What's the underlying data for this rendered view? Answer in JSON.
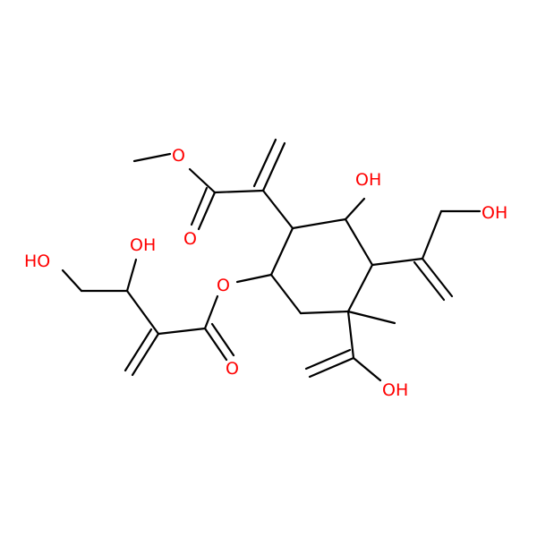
{
  "structure": {
    "colors": {
      "bond": "#000000",
      "oxygen": "#ff0000",
      "background": "#ffffff"
    },
    "atom_labels": {
      "methoxy_o": "O",
      "ester1_carbonyl_o": "O",
      "ring_hydroxyl": "OH",
      "hydroxymethyl_oh": "OH",
      "diol_oh_upper": "OH",
      "diol_oh_left": "HO",
      "ester2_o": "O",
      "ester2_carbonyl_o": "O",
      "enol_oh": "OH"
    }
  }
}
